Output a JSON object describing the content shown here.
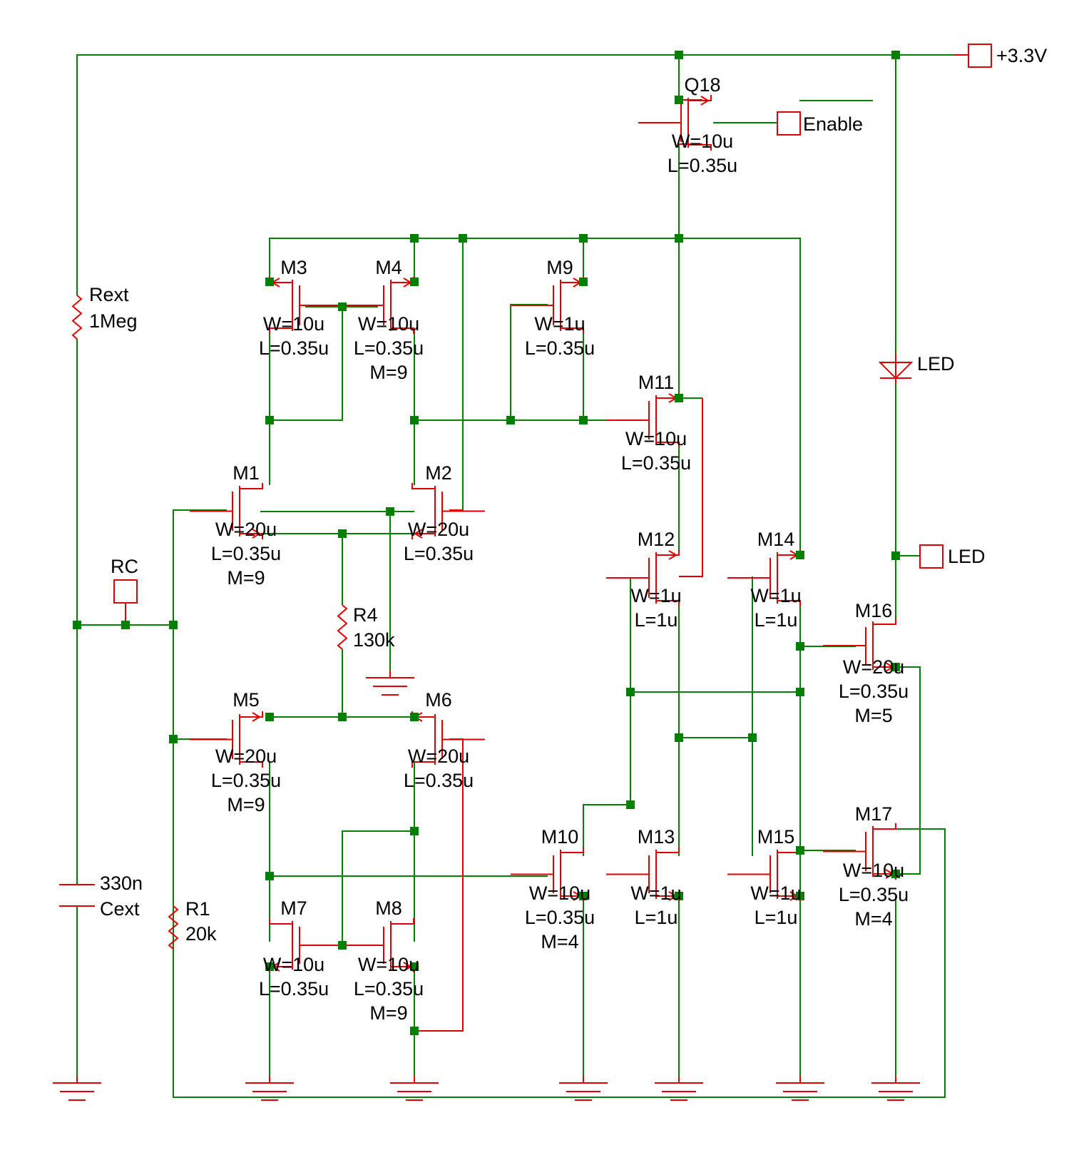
{
  "supply": {
    "label": "+3.3V"
  },
  "ports": {
    "enable": "Enable",
    "rc": "RC",
    "led": "LED"
  },
  "diode": {
    "label": "LED"
  },
  "resistors": {
    "rext": {
      "name": "Rext",
      "value": "1Meg"
    },
    "r4": {
      "name": "R4",
      "value": "130k"
    },
    "r1": {
      "name": "R1",
      "value": "20k"
    }
  },
  "capacitor": {
    "value": "330n",
    "name": "Cext"
  },
  "transistors": {
    "q18": {
      "name": "Q18",
      "w": "W=10u",
      "l": "L=0.35u"
    },
    "m3": {
      "name": "M3",
      "w": "W=10u",
      "l": "L=0.35u"
    },
    "m4": {
      "name": "M4",
      "w": "W=10u",
      "l": "L=0.35u",
      "m": "M=9"
    },
    "m9": {
      "name": "M9",
      "w": "W=1u",
      "l": "L=0.35u"
    },
    "m11": {
      "name": "M11",
      "w": "W=10u",
      "l": "L=0.35u"
    },
    "m1": {
      "name": "M1",
      "w": "W=20u",
      "l": "L=0.35u",
      "m": "M=9"
    },
    "m2": {
      "name": "M2",
      "w": "W=20u",
      "l": "L=0.35u"
    },
    "m12": {
      "name": "M12",
      "w": "W=1u",
      "l": "L=1u"
    },
    "m14": {
      "name": "M14",
      "w": "W=1u",
      "l": "L=1u"
    },
    "m16": {
      "name": "M16",
      "w": "W=20u",
      "l": "L=0.35u",
      "m": "M=5"
    },
    "m5": {
      "name": "M5",
      "w": "W=20u",
      "l": "L=0.35u",
      "m": "M=9"
    },
    "m6": {
      "name": "M6",
      "w": "W=20u",
      "l": "L=0.35u"
    },
    "m10": {
      "name": "M10",
      "w": "W=10u",
      "l": "L=0.35u",
      "m": "M=4"
    },
    "m13": {
      "name": "M13",
      "w": "W=1u",
      "l": "L=1u"
    },
    "m15": {
      "name": "M15",
      "w": "W=1u",
      "l": "L=1u"
    },
    "m17": {
      "name": "M17",
      "w": "W=10u",
      "l": "L=0.35u",
      "m": "M=4"
    },
    "m7": {
      "name": "M7",
      "w": "W=10u",
      "l": "L=0.35u"
    },
    "m8": {
      "name": "M8",
      "w": "W=10u",
      "l": "L=0.35u",
      "m": "M=9"
    }
  },
  "colors": {
    "wire": "#008000",
    "component": "#e00000",
    "node": "#008000",
    "text": "#000000"
  }
}
